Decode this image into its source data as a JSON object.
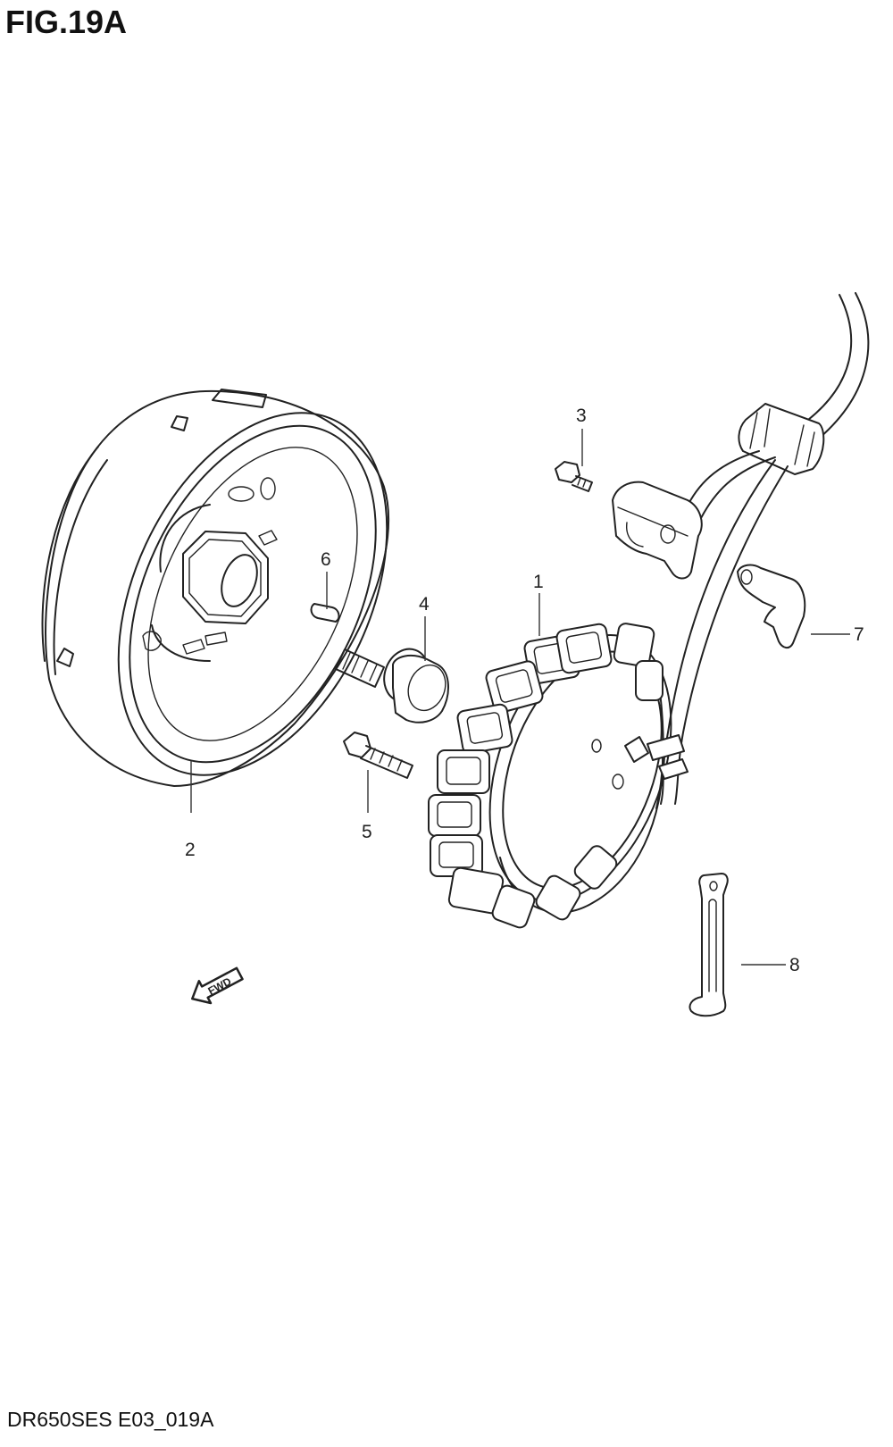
{
  "header": {
    "title": "FIG.19A"
  },
  "footer": {
    "code": "DR650SES E03_019A"
  },
  "callouts": [
    {
      "id": "1",
      "label": "1"
    },
    {
      "id": "2",
      "label": "2"
    },
    {
      "id": "3",
      "label": "3"
    },
    {
      "id": "4",
      "label": "4"
    },
    {
      "id": "5",
      "label": "5"
    },
    {
      "id": "6",
      "label": "6"
    },
    {
      "id": "7",
      "label": "7"
    },
    {
      "id": "8",
      "label": "8"
    }
  ],
  "direction_marker": {
    "text": "FWD",
    "icon": "arrow-icon"
  },
  "colors": {
    "line": "#222222",
    "background": "#ffffff"
  }
}
